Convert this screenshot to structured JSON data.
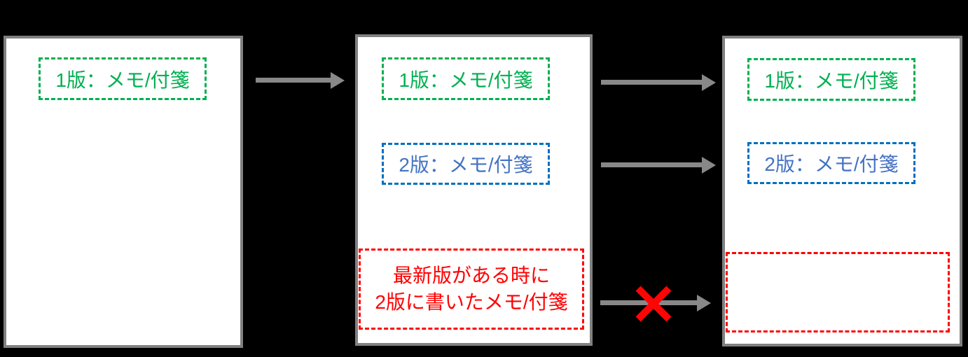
{
  "colors": {
    "background": "#000000",
    "panel_fill": "#FFFFFF",
    "panel_border": "#808080",
    "arrow": "#888888",
    "green": "#00B050",
    "blue_border": "#0070C0",
    "blue_text": "#4472C4",
    "red": "#FF0000"
  },
  "panels": [
    {
      "id": "version-1",
      "notes": [
        {
          "style": "green",
          "label": "1版：メモ/付箋"
        }
      ]
    },
    {
      "id": "version-2",
      "notes": [
        {
          "style": "green",
          "label": "1版：メモ/付箋"
        },
        {
          "style": "blue",
          "label": "2版：メモ/付箋"
        },
        {
          "style": "red",
          "lines": [
            "最新版がある時に",
            "2版に書いたメモ/付箋"
          ]
        }
      ]
    },
    {
      "id": "version-3",
      "notes": [
        {
          "style": "green",
          "label": "1版：メモ/付箋"
        },
        {
          "style": "blue",
          "label": "2版：メモ/付箋"
        },
        {
          "style": "red",
          "label": ""
        }
      ]
    }
  ],
  "icons": {
    "arrow": "right-arrow",
    "cross": "red-x-blocked"
  }
}
